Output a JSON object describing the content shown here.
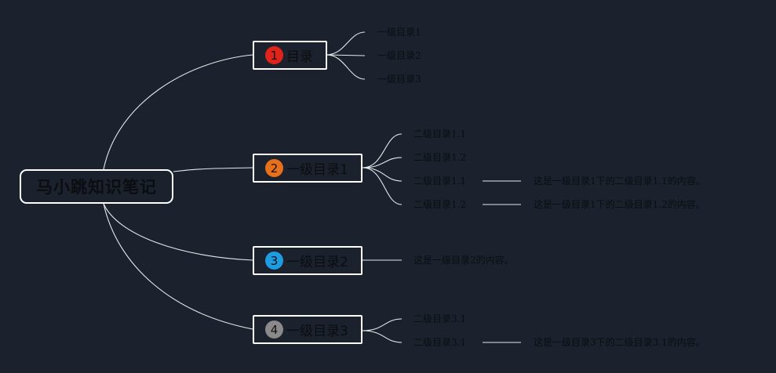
{
  "root": {
    "label": "马小跳知识笔记"
  },
  "branches": [
    {
      "number": "1",
      "label": "目录",
      "color": "#e0231b",
      "children": [
        "一级目录1",
        "一级目录2",
        "一级目录3"
      ]
    },
    {
      "number": "2",
      "label": "一级目录1",
      "color": "#e8701a",
      "children": [
        "二级目录1.1",
        "二级目录1.2",
        "二级目录1.1",
        "二级目录1.2"
      ],
      "details": [
        "这是一级目录1下的二级目录1.1的内容。",
        "这是一级目录1下的二级目录1.2的内容。"
      ]
    },
    {
      "number": "3",
      "label": "一级目录2",
      "color": "#1f9be0",
      "children": [
        "这是一级目录2的内容。"
      ]
    },
    {
      "number": "4",
      "label": "一级目录3",
      "color": "#8a8a8a",
      "children": [
        "二级目录3.1",
        "二级目录3.1"
      ],
      "details": [
        "这是一级目录3下的二级目录3.1的内容。"
      ]
    }
  ],
  "colors": {
    "background": "#1b222d",
    "lines": "#ffffff",
    "text": "#0b0d11"
  }
}
